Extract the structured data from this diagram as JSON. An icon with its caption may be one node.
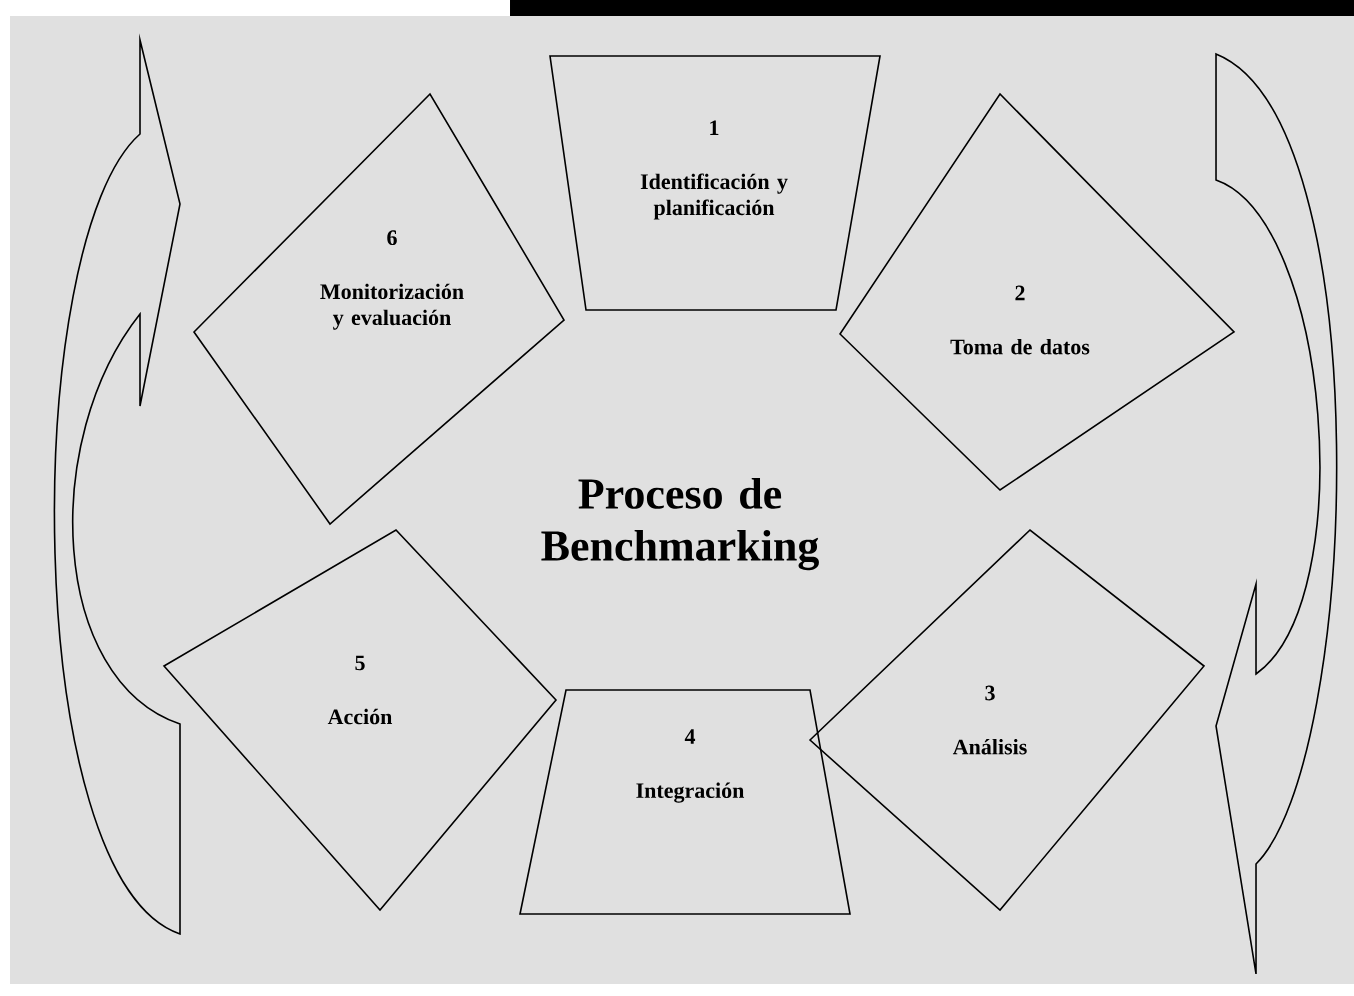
{
  "diagram": {
    "title": "Proceso de Benchmarking",
    "nodes": [
      {
        "text": [
          "1",
          "Identificación y planificación"
        ]
      },
      {
        "text": [
          "2",
          "Toma de datos"
        ]
      },
      {
        "text": [
          "3",
          "Análisis"
        ]
      },
      {
        "text": [
          "4",
          "Integración"
        ]
      },
      {
        "text": [
          "5",
          "Acción"
        ]
      },
      {
        "text": [
          "6",
          "Monitorización y evaluación"
        ]
      }
    ]
  }
}
